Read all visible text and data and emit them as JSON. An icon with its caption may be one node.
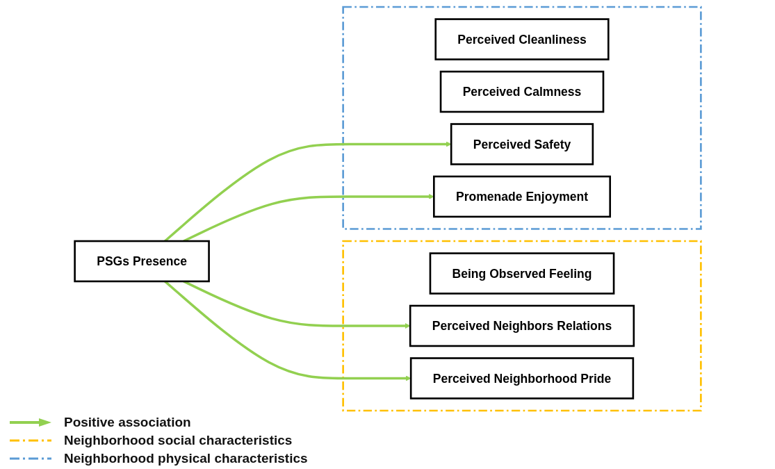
{
  "diagram": {
    "nodes": [
      {
        "text": [
          "PSGs Presence"
        ]
      },
      {
        "text": [],
        "shape": "box"
      },
      {
        "text": [
          "Perceived Cleanliness"
        ],
        "in": 1
      },
      {
        "text": [
          "Perceived Calmness"
        ],
        "in": 1
      },
      {
        "text": [
          "Perceived Safety"
        ],
        "in": 1
      },
      {
        "text": [
          "Promenade Enjoyment"
        ],
        "in": 1
      },
      {
        "text": [],
        "shape": "box"
      },
      {
        "text": [
          "Being Observed Feeling"
        ],
        "in": 6
      },
      {
        "text": [
          "Perceived Neighbors Relations"
        ],
        "in": 6
      },
      {
        "text": [
          "Perceived Neighborhood Pride"
        ],
        "in": 6
      }
    ],
    "edges": [
      {
        "from": 0,
        "to": 4,
        "arrow": "to"
      },
      {
        "from": 0,
        "to": 5,
        "arrow": "to"
      },
      {
        "from": 0,
        "to": 8,
        "arrow": "to"
      },
      {
        "from": 0,
        "to": 9,
        "arrow": "to"
      }
    ],
    "legend": [
      {
        "text": "Positive association"
      },
      {
        "text": "Neighborhood social characteristics"
      },
      {
        "text": "Neighborhood physical characteristics"
      }
    ]
  }
}
